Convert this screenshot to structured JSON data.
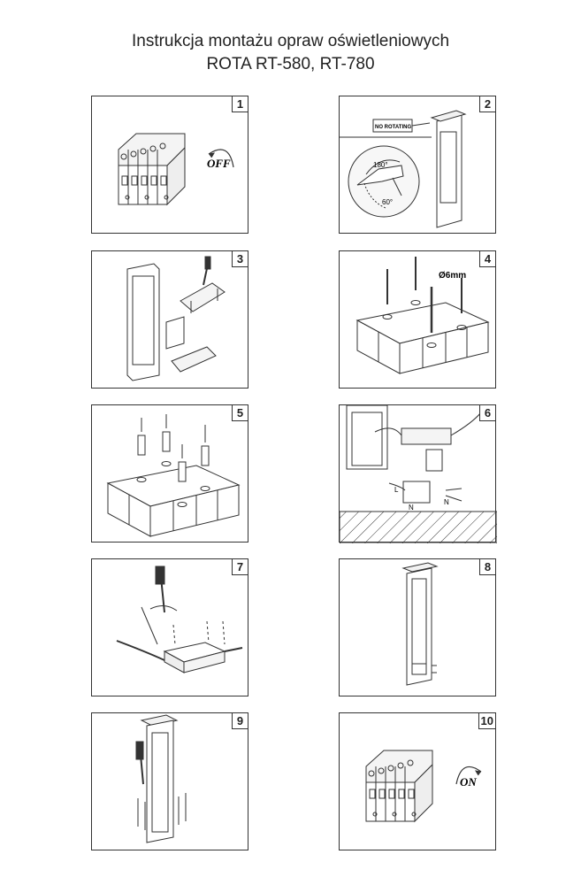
{
  "title_line1": "Instrukcja montażu opraw oświetleniowych",
  "title_line2": "ROTA RT-580, RT-780",
  "steps": [
    {
      "number": "1",
      "label": "OFF"
    },
    {
      "number": "2",
      "label": "NO ROTATING",
      "angle1": "180°",
      "angle2": "60°"
    },
    {
      "number": "3"
    },
    {
      "number": "4",
      "label": "Ø6mm"
    },
    {
      "number": "5"
    },
    {
      "number": "6",
      "label_l": "L",
      "label_n1": "N",
      "label_n2": "N"
    },
    {
      "number": "7"
    },
    {
      "number": "8"
    },
    {
      "number": "9"
    },
    {
      "number": "10",
      "label": "ON"
    }
  ]
}
